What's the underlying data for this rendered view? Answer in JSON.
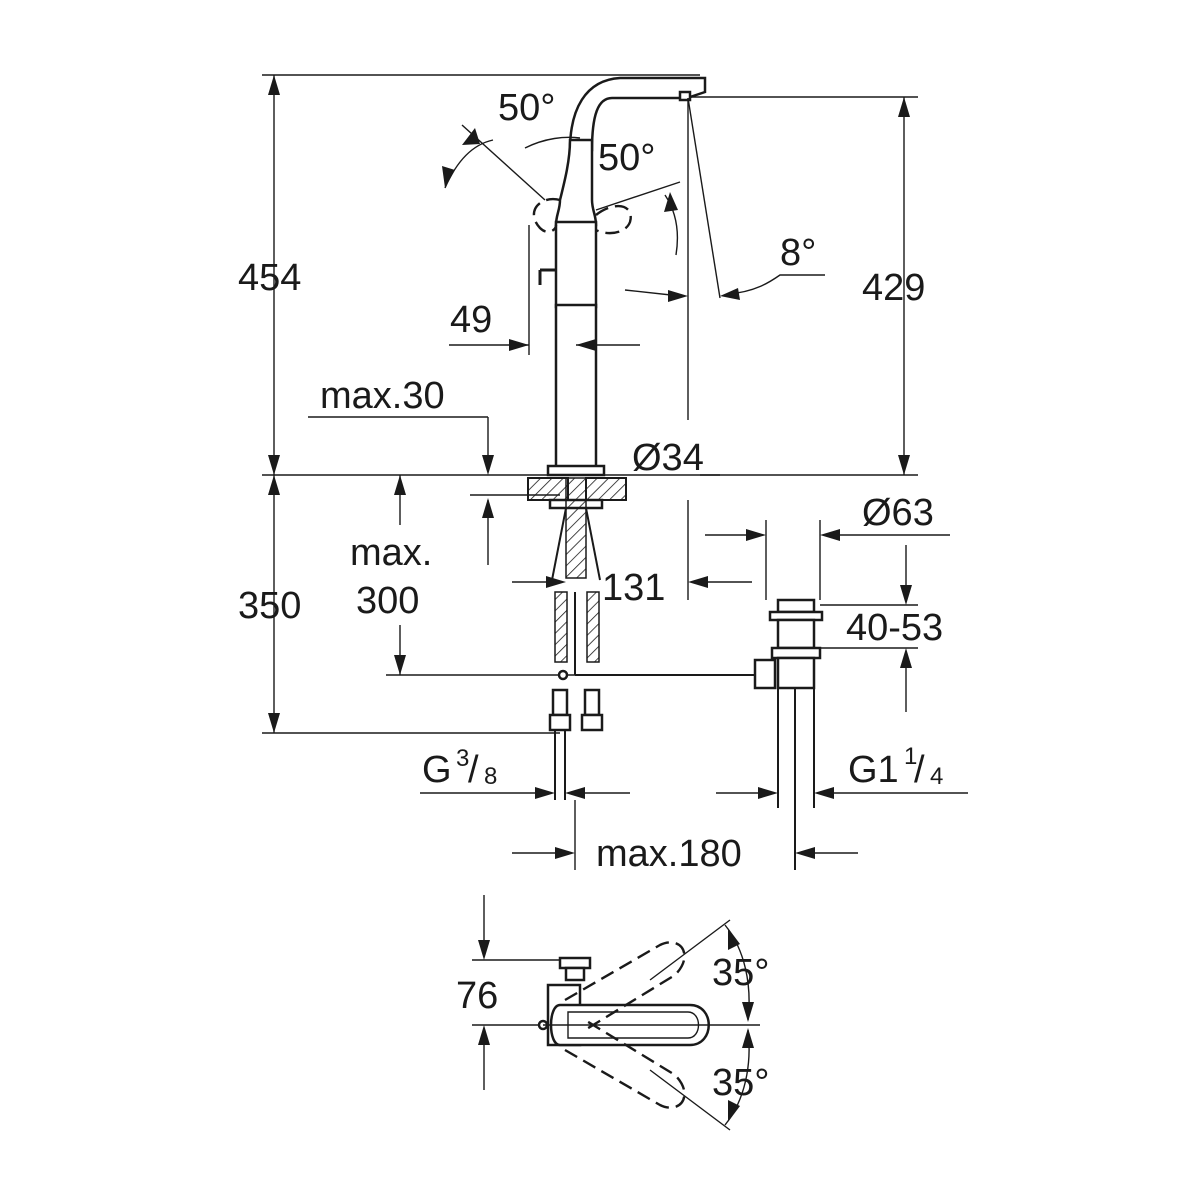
{
  "dimensions": {
    "total_height": "454",
    "spout_height": "429",
    "spout_angle": "8°",
    "lever_angle_front": "50°",
    "lever_angle_back": "50°",
    "lever_offset": "49",
    "deck_thickness": "max.30",
    "base_diameter": "Ø34",
    "below_deck_height": "350",
    "hose_length_line1": "max.",
    "hose_length_line2": "300",
    "waste_diameter": "Ø63",
    "spout_projection": "131",
    "waste_range": "40-53",
    "supply_thread_base": "G",
    "supply_thread_num": "3",
    "supply_thread_den": "8",
    "waste_thread_base": "G1",
    "waste_thread_num": "1",
    "waste_thread_den": "4",
    "waste_distance": "max.180",
    "plan_depth": "76",
    "plan_swing_upper": "35°",
    "plan_swing_lower": "35°"
  }
}
